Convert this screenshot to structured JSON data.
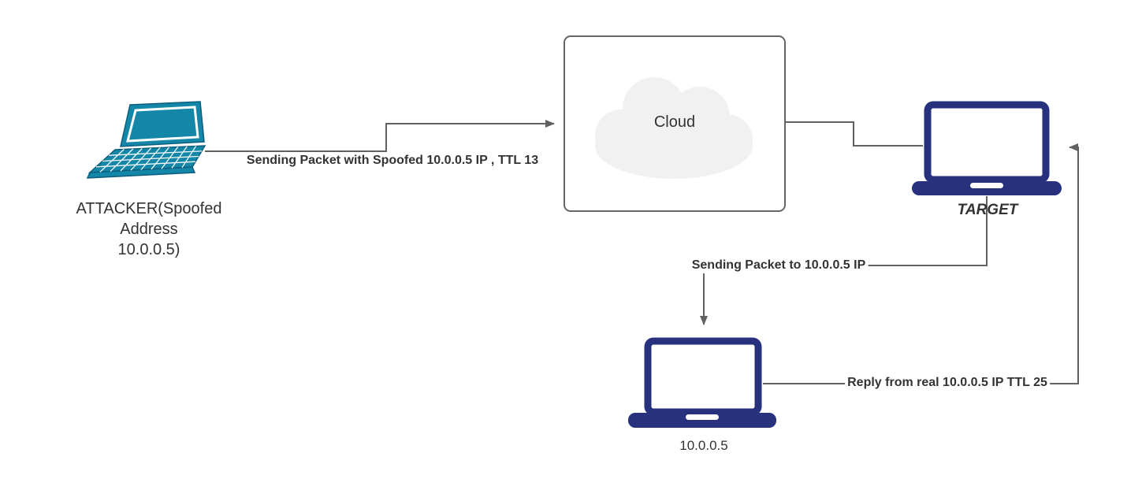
{
  "diagram": {
    "nodes": {
      "attacker": {
        "label_lines": [
          "ATTACKER(Spoofed",
          "Address",
          "10.0.0.5)"
        ]
      },
      "cloud": {
        "label": "Cloud"
      },
      "target": {
        "label": "TARGET"
      },
      "host": {
        "label": "10.0.0.5"
      }
    },
    "edges": {
      "attacker_to_cloud": {
        "label": "Sending Packet with Spoofed 10.0.0.5 IP , TTL 13"
      },
      "cloud_to_target": {
        "label": ""
      },
      "target_to_host": {
        "label": "Sending Packet to 10.0.0.5 IP"
      },
      "host_to_target": {
        "label": "Reply from real 10.0.0.5 IP TTL 25"
      }
    },
    "colors": {
      "edge": "#616161",
      "box_border": "#666666",
      "cloud_fill": "#F1F1F1",
      "laptop_navy": "#27317E",
      "laptop_teal": "#1486A8",
      "laptop_teal_dark": "#0C5E7C",
      "label_text": "#333333"
    }
  }
}
